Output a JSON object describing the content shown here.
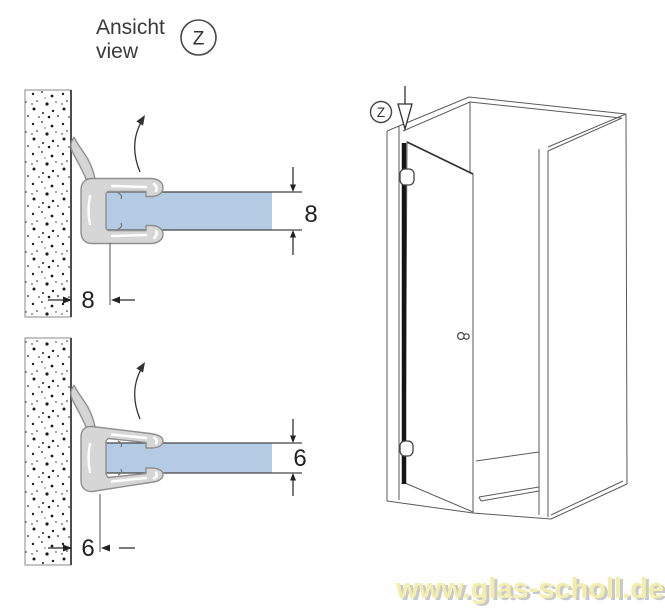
{
  "header": {
    "title_de": "Ansicht",
    "title_en": "view",
    "view_marker": "Z"
  },
  "diagram_8mm": {
    "glass_thickness_label": "8",
    "wall_gap_label": "8"
  },
  "diagram_6mm": {
    "glass_thickness_label": "6",
    "wall_gap_label": "6"
  },
  "illustration": {
    "view_marker": "Z"
  },
  "watermark": {
    "text": "www.glas-scholl.de",
    "color": "#f3eeab",
    "shadow_color": "#c9c9c9"
  },
  "colors": {
    "glass": "#b5cae3",
    "seal_fill": "#d6d6d6",
    "seal_outline": "#8f8f8f",
    "drawing_line": "#5a5a5a",
    "dimension_line": "#222222"
  }
}
